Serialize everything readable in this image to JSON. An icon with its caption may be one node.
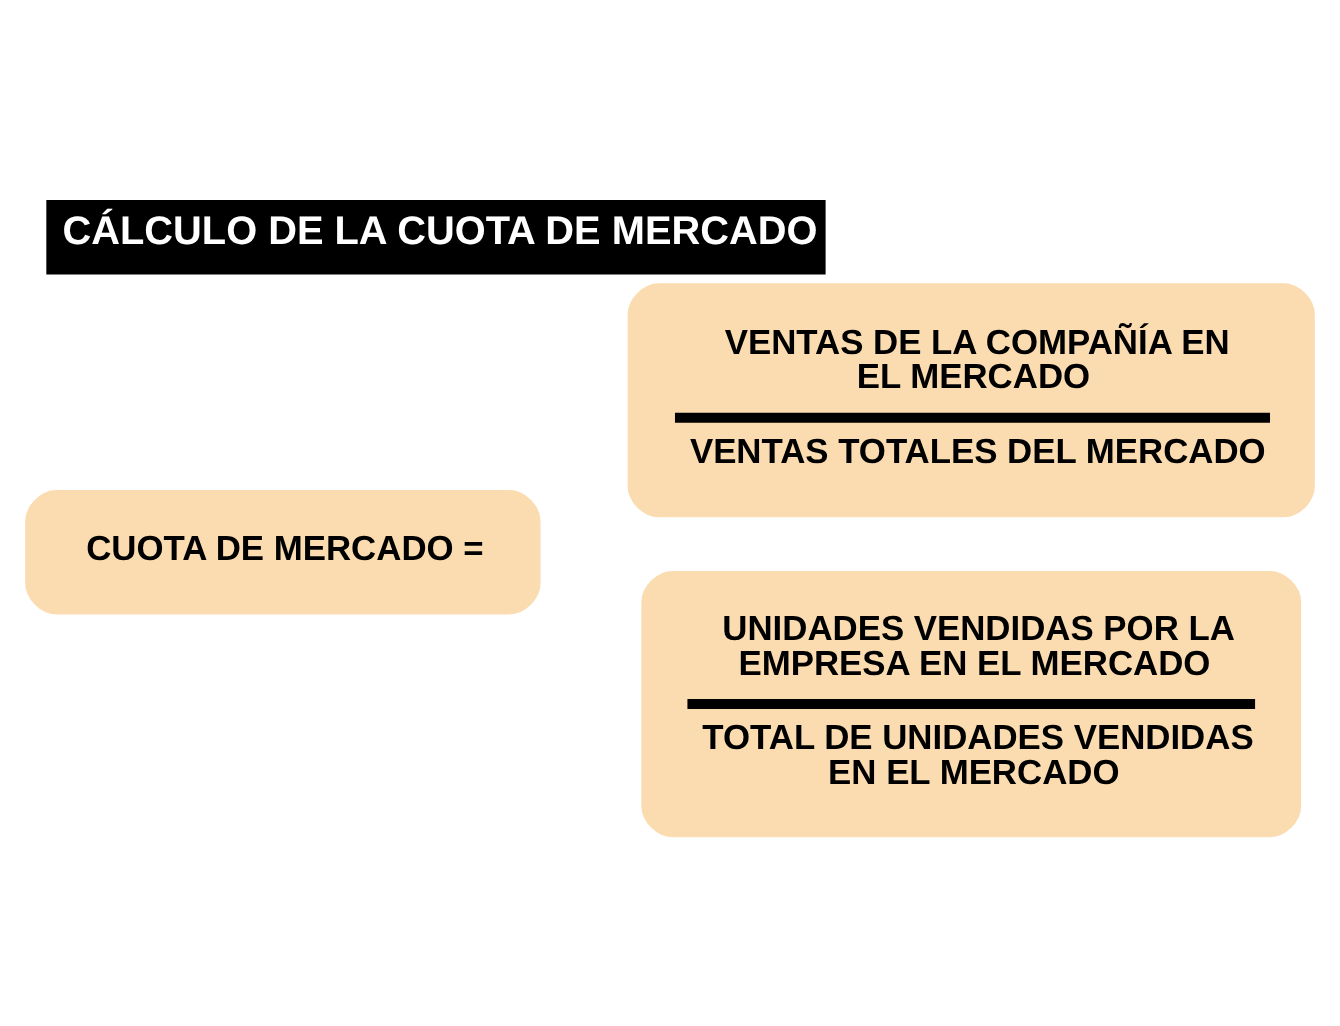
{
  "diagram": {
    "title": "CÁLCULO DE LA CUOTA DE MERCADO",
    "nodes": [
      {
        "text": [
          "CUOTA DE MERCADO ="
        ]
      },
      {
        "text": [
          "VENTAS DE LA COMPAÑÍA EN EL MERCADO",
          "VENTAS TOTALES DEL MERCADO"
        ]
      },
      {
        "text": [
          "UNIDADES VENDIDAS POR LA EMPRESA EN EL MERCADO",
          "TOTAL DE UNIDADES VENDIDAS EN EL MERCADO"
        ]
      }
    ],
    "edges": []
  }
}
